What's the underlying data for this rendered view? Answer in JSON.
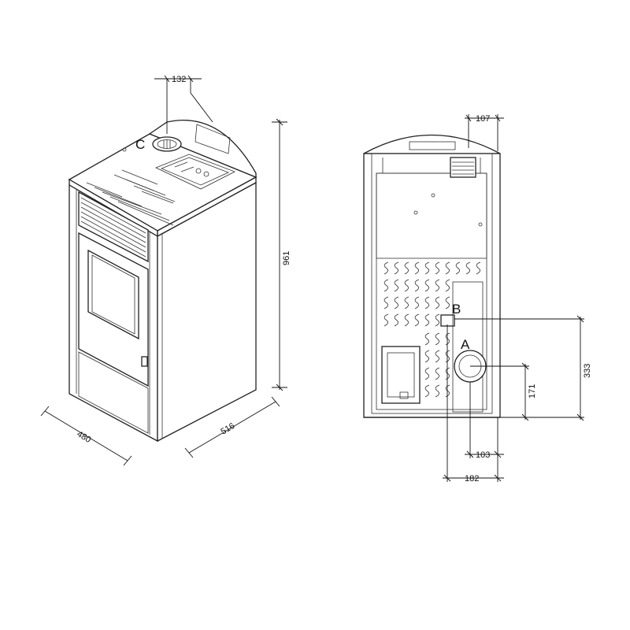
{
  "dimensions": {
    "flue_offset": "132",
    "height": "961",
    "width": "480",
    "depth": "516",
    "rear_offset_top": "107",
    "outlet_b_height": "333",
    "outlet_a_height": "171",
    "outlet_a_side": "103",
    "outlet_b_side": "182"
  },
  "labels": {
    "flue": "C",
    "outlet_b": "B",
    "outlet_a": "A"
  }
}
